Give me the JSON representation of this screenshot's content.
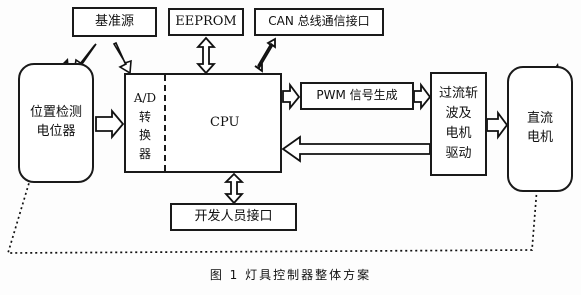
{
  "blocks": {
    "reference": "基准源",
    "eeprom": "EEPROM",
    "can": "CAN 总线通信接口",
    "position": "位置检测\n电位器",
    "adc": "A/D\n转\n换\n器",
    "cpu": "CPU",
    "pwm": "PWM 信号生成",
    "driver": "过流斩\n波及\n电机\n驱动",
    "motor": "直流\n电机",
    "devif": "开发人员接口"
  },
  "caption": "图 1  灯具控制器整体方案"
}
